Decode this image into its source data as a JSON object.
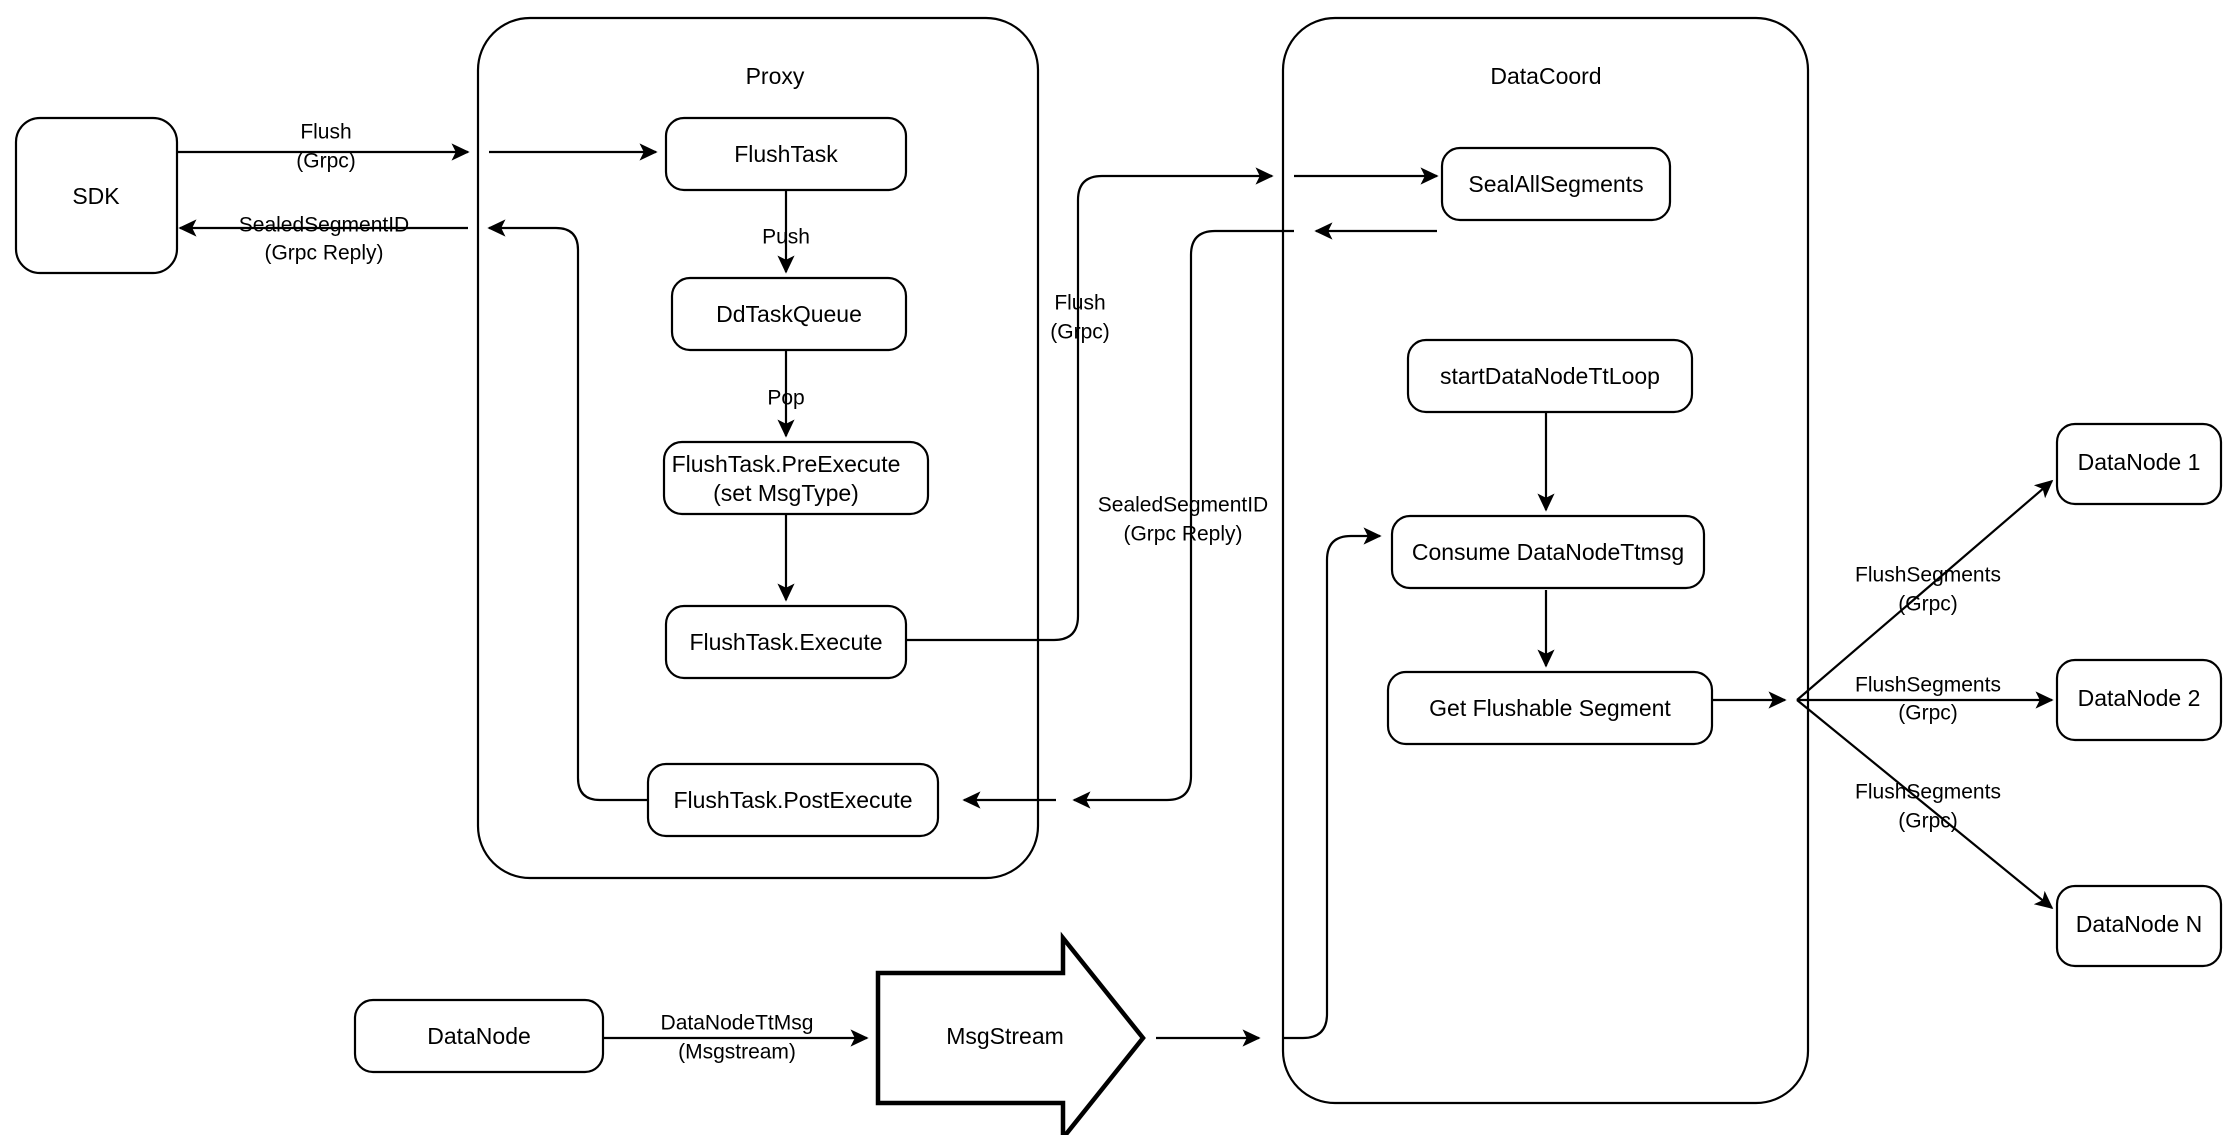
{
  "diagram": {
    "title": "Milvus Flush Sequence Flow",
    "background": "#ffffff",
    "stroke_color": "#000000",
    "fill_color": "#ffffff"
  },
  "containers": [
    {
      "id": "proxy",
      "label": "Proxy"
    },
    {
      "id": "datacoord",
      "label": "DataCoord"
    }
  ],
  "nodes": {
    "sdk": "SDK",
    "flushtask": "FlushTask",
    "ddtaskqueue": "DdTaskQueue",
    "preexecute_line1": "FlushTask.PreExecute",
    "preexecute_line2": "(set MsgType)",
    "execute": "FlushTask.Execute",
    "postexecute": "FlushTask.PostExecute",
    "sealallsegments": "SealAllSegments",
    "startdatanodettloop": "startDataNodeTtLoop",
    "consume_datanodettmsg": "Consume DataNodeTtmsg",
    "get_flushable_segment": "Get Flushable Segment",
    "datanode1": "DataNode 1",
    "datanode2": "DataNode 2",
    "datanodeN": "DataNode N",
    "datanode_bottom": "DataNode",
    "msgstream": "MsgStream"
  },
  "edge_labels": {
    "flush_grpc_line1": "Flush",
    "flush_grpc_line2": "(Grpc)",
    "sealed_segment_id_line1": "SealedSegmentID",
    "sealed_segment_id_line2": "(Grpc Reply)",
    "push": "Push",
    "pop": "Pop",
    "flush_grpc2_line1": "Flush",
    "flush_grpc2_line2": "(Grpc)",
    "sealed_segment_id2_line1": "SealedSegmentID",
    "sealed_segment_id2_line2": "(Grpc Reply)",
    "flushsegments1_line1": "FlushSegments",
    "flushsegments1_line2": "(Grpc)",
    "flushsegments2_line1": "FlushSegments",
    "flushsegments2_line2": "(Grpc)",
    "flushsegments3_line1": "FlushSegments",
    "flushsegments3_line2": "(Grpc)",
    "datanodettmsg_line1": "DataNodeTtMsg",
    "datanodettmsg_line2": "(Msgstream)"
  }
}
